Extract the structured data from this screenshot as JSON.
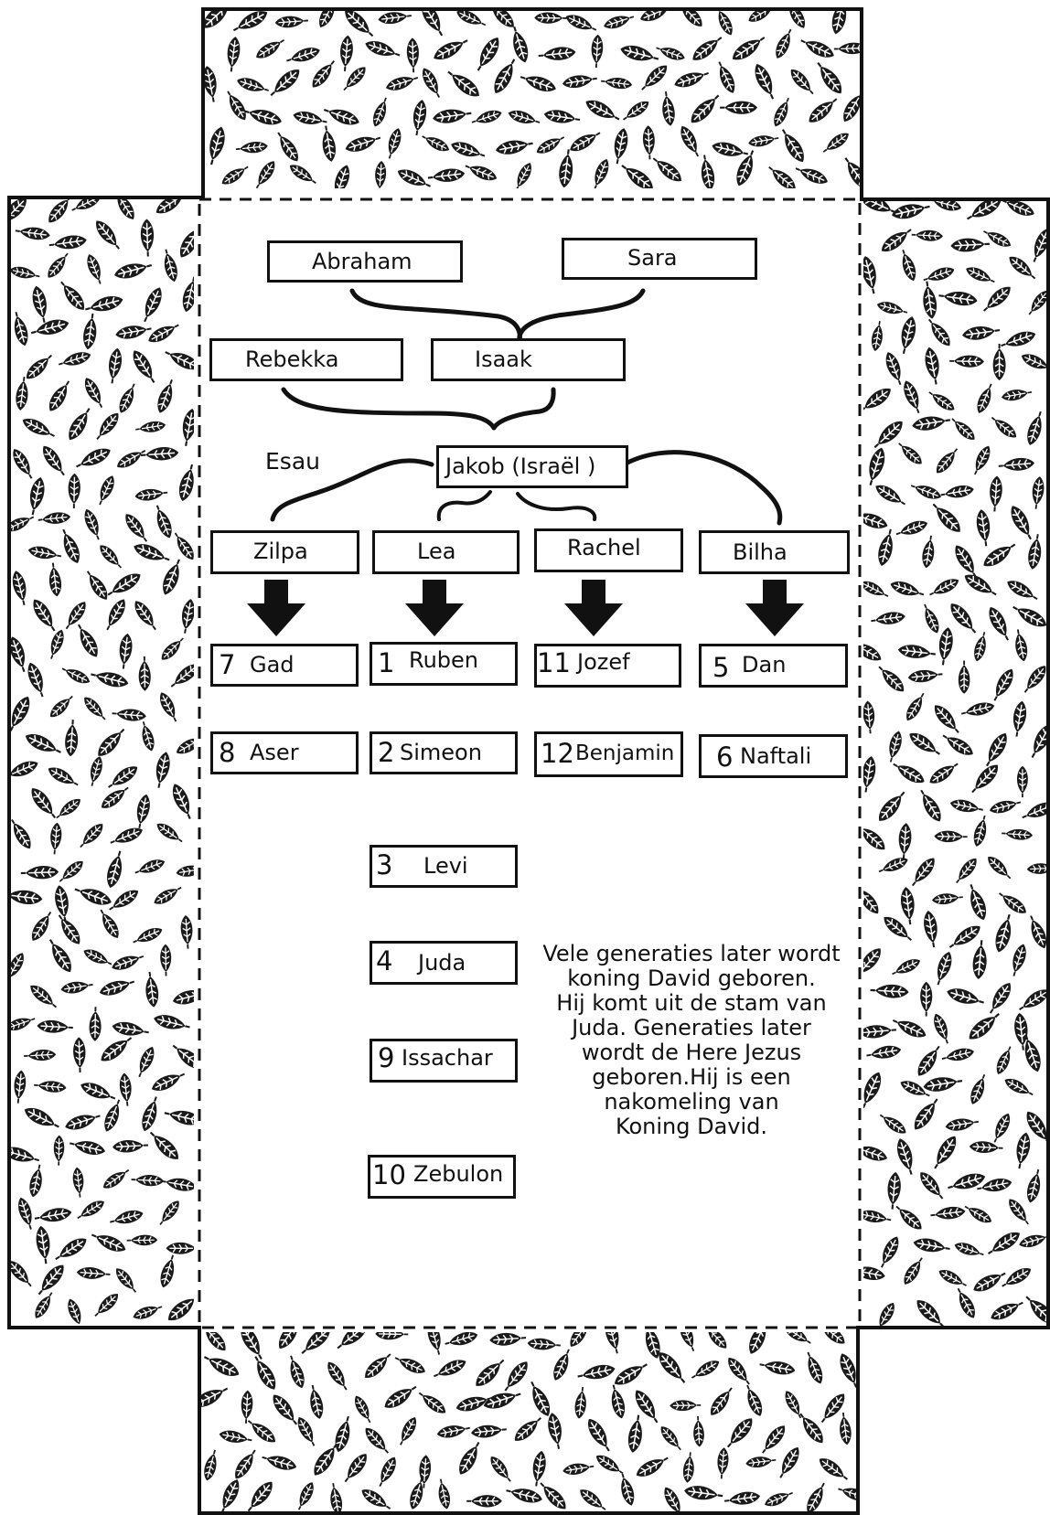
{
  "tree": {
    "grandparents": [
      {
        "name": "Abraham"
      },
      {
        "name": "Sara"
      }
    ],
    "parents": [
      {
        "name": "Rebekka"
      },
      {
        "name": "Isaak"
      }
    ],
    "sibling": {
      "name": "Esau"
    },
    "patriarch": {
      "name": "Jakob (Israël )"
    },
    "mothers": [
      {
        "name": "Zilpa"
      },
      {
        "name": "Lea"
      },
      {
        "name": "Rachel"
      },
      {
        "name": "Bilha"
      }
    ],
    "sons": [
      {
        "num": "7",
        "name": "Gad"
      },
      {
        "num": "8",
        "name": "Aser"
      },
      {
        "num": "1",
        "name": "Ruben"
      },
      {
        "num": "2",
        "name": "Simeon"
      },
      {
        "num": "3",
        "name": "Levi"
      },
      {
        "num": "4",
        "name": "Juda"
      },
      {
        "num": "9",
        "name": "Issachar"
      },
      {
        "num": "10",
        "name": "Zebulon"
      },
      {
        "num": "11",
        "name": "Jozef"
      },
      {
        "num": "12",
        "name": "Benjamin"
      },
      {
        "num": "5",
        "name": "Dan"
      },
      {
        "num": "6",
        "name": "Naftali"
      }
    ]
  },
  "note": {
    "lines": [
      "Vele generaties later wordt",
      "koning David geboren.",
      "Hij komt uit de stam van",
      "Juda. Generaties later",
      "wordt de Here Jezus",
      "geboren.Hij is een",
      "nakomeling van",
      "Koning David."
    ]
  },
  "colors": {
    "ink": "#111111",
    "paper": "#ffffff"
  }
}
